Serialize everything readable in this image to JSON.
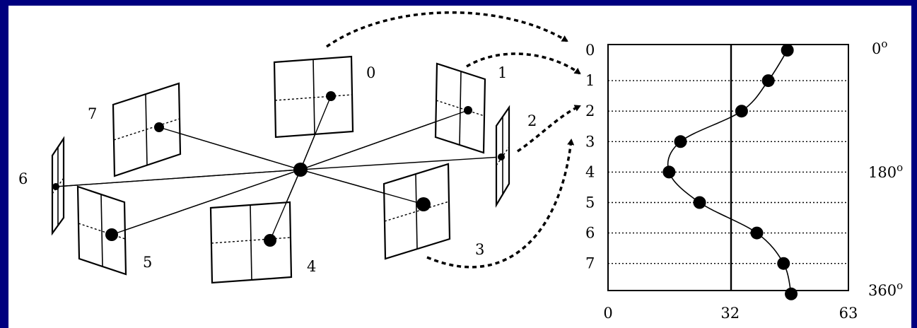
{
  "frame_color": "#00007f",
  "background": "#ffffff",
  "ink": "#000000",
  "panels": [
    {
      "label": "0"
    },
    {
      "label": "1"
    },
    {
      "label": "2"
    },
    {
      "label": "3"
    },
    {
      "label": "4"
    },
    {
      "label": "5"
    },
    {
      "label": "6"
    },
    {
      "label": "7"
    }
  ],
  "chart_data": {
    "type": "line",
    "title": "",
    "xlabel": "",
    "ylabel": "",
    "xlim": [
      0,
      63
    ],
    "x_ticks": [
      "0",
      "32",
      "63"
    ],
    "y_labels": [
      "0",
      "1",
      "2",
      "3",
      "4",
      "5",
      "6",
      "7"
    ],
    "angle_labels": {
      "top": "0",
      "middle": "180",
      "bottom": "360",
      "degree_symbol": "o"
    },
    "series": [
      {
        "y": [
          0,
          1,
          2,
          3,
          4,
          5,
          6,
          7,
          8
        ],
        "x": [
          47,
          42,
          35,
          19,
          16,
          24,
          39,
          46,
          48
        ]
      }
    ],
    "grid": "dotted horizontal",
    "center_line": 32
  }
}
